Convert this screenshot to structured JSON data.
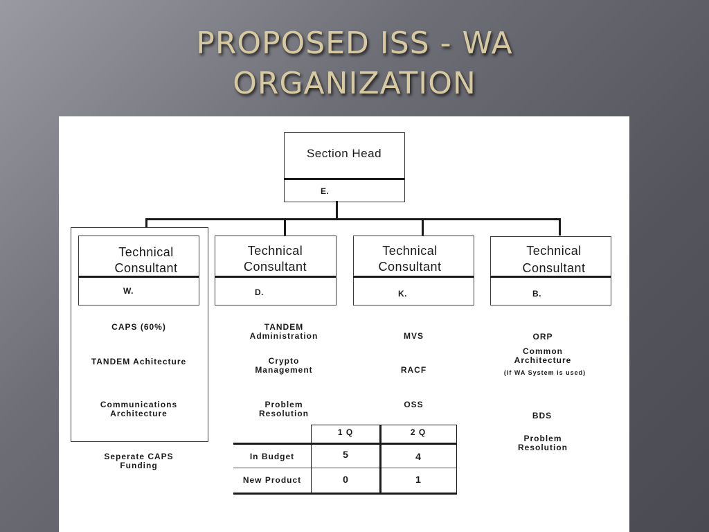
{
  "slide": {
    "title_line1": "PROPOSED ISS - WA",
    "title_line2": "ORGANIZATION"
  },
  "org": {
    "head": {
      "title": "Section Head",
      "name": "E."
    },
    "consultants": [
      {
        "title_line1": "Technical",
        "title_line2": "Consultant",
        "name": "W.",
        "duties": [
          "CAPS (60%)",
          "TANDEM Achitecture",
          "Communications",
          "Architecture"
        ],
        "footnote_line1": "Seperate CAPS",
        "footnote_line2": "Funding"
      },
      {
        "title_line1": "Technical",
        "title_line2": "Consultant",
        "name": "D.",
        "duties": [
          "TANDEM",
          "Administration",
          "Crypto",
          "Management",
          "Problem",
          "Resolution"
        ]
      },
      {
        "title_line1": "Technical",
        "title_line2": "Consultant",
        "name": "K.",
        "duties": [
          "MVS",
          "RACF",
          "OSS"
        ]
      },
      {
        "title_line1": "Technical",
        "title_line2": "Consultant",
        "name": "B.",
        "duties": [
          "ORP",
          "Common",
          "Architecture",
          "(If WA System is used)",
          "BDS",
          "Problem",
          "Resolution"
        ]
      }
    ]
  },
  "table": {
    "columns": [
      "1 Q",
      "2 Q"
    ],
    "rows": [
      {
        "label": "In Budget",
        "values": [
          "5",
          "4"
        ]
      },
      {
        "label": "New Product",
        "values": [
          "0",
          "1"
        ]
      }
    ]
  }
}
